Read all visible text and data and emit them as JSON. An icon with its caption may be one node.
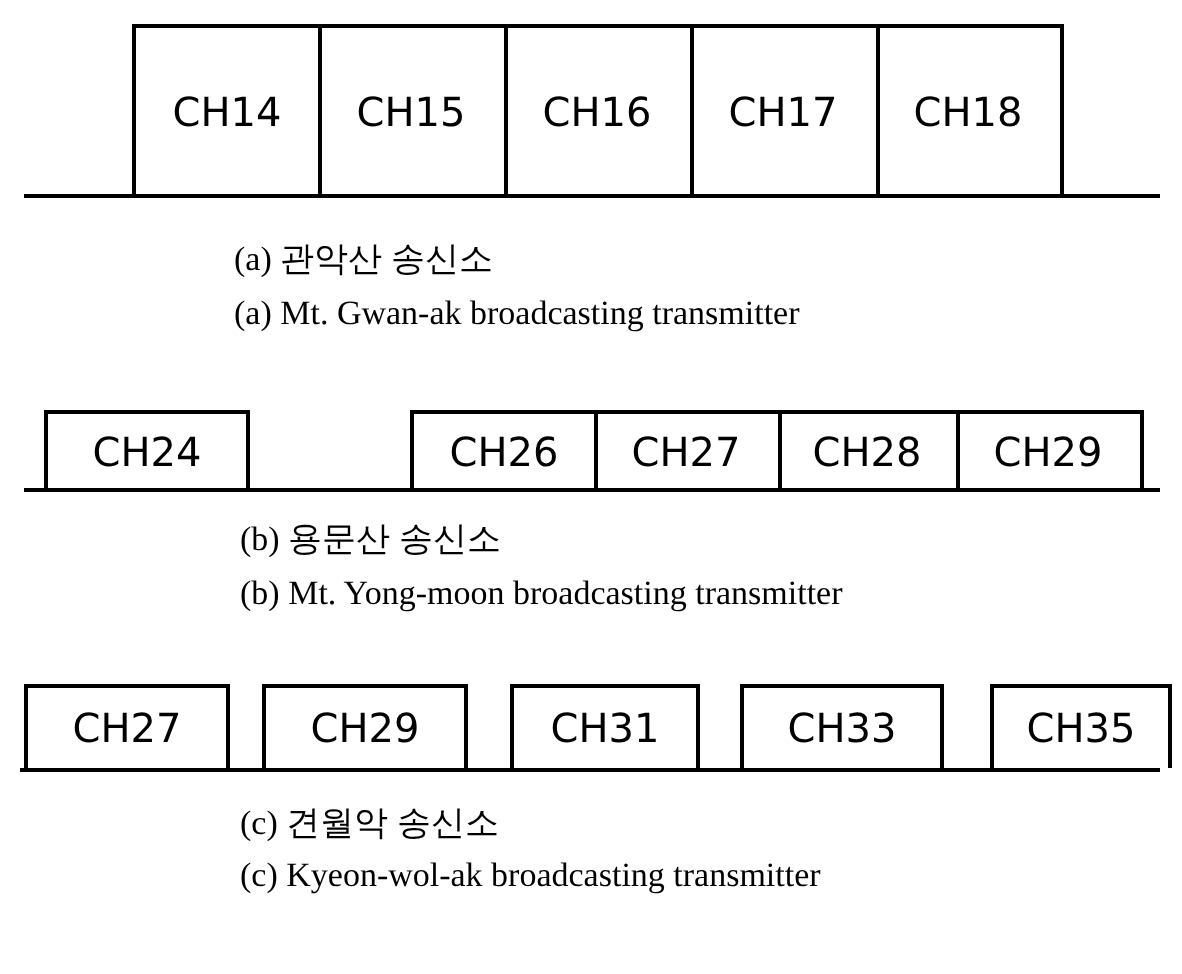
{
  "diagram": {
    "nodes": [
      {
        "text": [
          "CH14"
        ]
      },
      {
        "text": [
          "CH15"
        ]
      },
      {
        "text": [
          "CH16"
        ]
      },
      {
        "text": [
          "CH17"
        ]
      },
      {
        "text": [
          "CH18"
        ]
      },
      {
        "text": [
          "CH24"
        ]
      },
      {
        "text": [
          "CH26"
        ]
      },
      {
        "text": [
          "CH27"
        ]
      },
      {
        "text": [
          "CH28"
        ]
      },
      {
        "text": [
          "CH29"
        ]
      },
      {
        "text": [
          "CH27"
        ]
      },
      {
        "text": [
          "CH29"
        ]
      },
      {
        "text": [
          "CH31"
        ]
      },
      {
        "text": [
          "CH33"
        ]
      },
      {
        "text": [
          "CH35"
        ]
      }
    ],
    "labels": [
      "(a) 관악산 송신소",
      "(a) Mt. Gwan-ak broadcasting transmitter",
      "(b) 용문산 송신소",
      "(b) Mt. Yong-moon broadcasting transmitter",
      "(c) 견월악 송신소",
      "(c) Kyeon-wol-ak broadcasting transmitter"
    ]
  }
}
